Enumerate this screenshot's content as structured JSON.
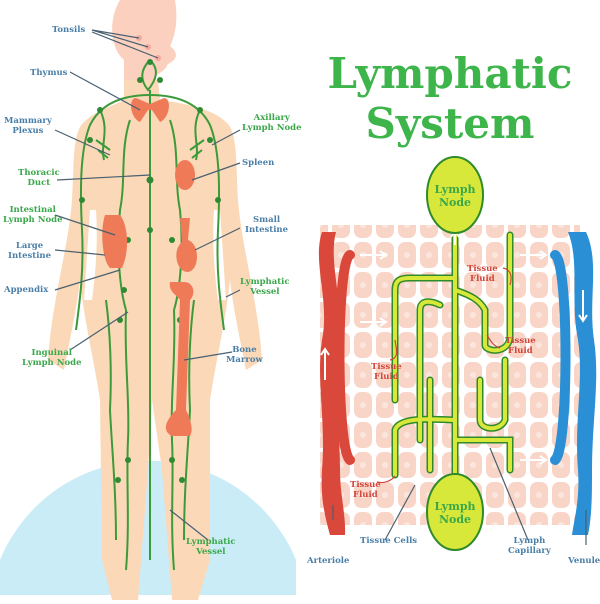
{
  "title": {
    "line1": "Lymphatic",
    "line2": "System"
  },
  "colors": {
    "title_green": "#3db54a",
    "label_blue": "#4a7fa8",
    "label_green": "#3aa84a",
    "label_red": "#d2453a",
    "skin": "#fbd9b8",
    "vessel_green": "#3c9a3a",
    "organ_red": "#ee7a58",
    "background_circle": "#c9ecf7",
    "arteriole": "#d9483a",
    "venule": "#2a8fd4",
    "lymph_node_fill": "#d8e83a"
  },
  "body_diagram": {
    "labels": {
      "tonsils": "Tonsils",
      "thymus": "Thymus",
      "mammary_plexus": "Mammary\nPlexus",
      "axillary_lymph_node": "Axillary\nLymph Node",
      "thoracic_duct": "Thoracic\nDuct",
      "spleen": "Spleen",
      "intestinal_lymph_node": "Intestinal\nLymph Node",
      "small_intestine": "Small\nIntestine",
      "large_intestine": "Large\nIntestine",
      "appendix": "Appendix",
      "lymphatic_vessel_upper": "Lymphatic\nVessel",
      "inguinal_lymph_node": "Inguinal\nLymph Node",
      "bone_marrow": "Bone\nMarrow",
      "lymphatic_vessel_lower": "Lymphatic\nVessel"
    }
  },
  "capillary_diagram": {
    "labels": {
      "lymph_node_top": "Lymph\nNode",
      "lymph_node_bottom": "Lymph\nNode",
      "tissue_fluid_1": "Tissue\nFluid",
      "tissue_fluid_2": "Tissue\nFluid",
      "tissue_fluid_3": "Tissue\nFluid",
      "tissue_fluid_4": "Tissue\nFluid",
      "tissue_cells": "Tissue Cells",
      "lymph_capillary": "Lymph\nCapillary",
      "arteriole": "Arteriole",
      "venule": "Venule"
    }
  }
}
